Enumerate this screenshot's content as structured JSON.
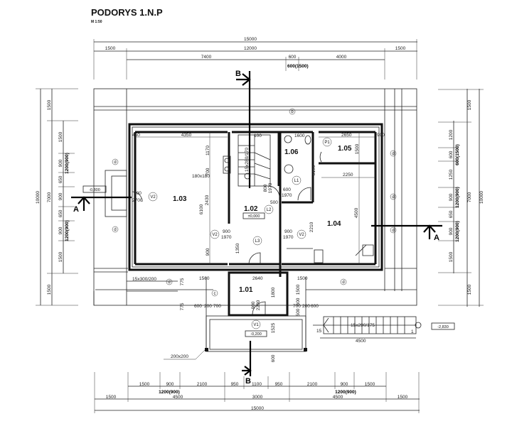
{
  "title": "PODORYS 1.N.P",
  "scale": "M 1:50",
  "rooms": {
    "r101": "1.01",
    "r102": "1.02",
    "r103": "1.03",
    "r104": "1.04",
    "r105": "1.05",
    "r106": "1.06"
  },
  "levels": {
    "terrace_left": "-0,800",
    "main": "±0,000",
    "entrance": "-0,200",
    "outside": "-2,830"
  },
  "sections": {
    "a": "A",
    "b": "B"
  },
  "dims_top": {
    "total": "15000",
    "inner": "12000",
    "left": "1500",
    "right": "1500",
    "d7400": "7400",
    "d600": "600",
    "d4000": "4000",
    "window": "600(1500)"
  },
  "dims_bottom": {
    "c1": "1500",
    "c2": "900",
    "c3": "2100",
    "c4": "950",
    "c5": "1100",
    "c6": "950",
    "c7": "2100",
    "c8": "900",
    "c9": "1500",
    "win1": "1200(900)",
    "win2": "1200(900)",
    "b1": "1500",
    "b2": "4500",
    "b3": "3000",
    "b4": "4500",
    "b5": "1500",
    "total": "15000"
  },
  "dims_left": {
    "total": "10000",
    "top": "1500",
    "mid": "7000",
    "bottom": "1500",
    "c1": "1500",
    "c2": "900",
    "c3": "650",
    "c4": "900",
    "c5": "650",
    "c6": "900",
    "c7": "1500",
    "win1": "1200(900)",
    "win2": "1200(900)"
  },
  "dims_right": {
    "total": "10000",
    "top": "1500",
    "mid": "7000",
    "bottom": "1500",
    "c1": "1200",
    "c2": "600",
    "c3": "1250",
    "c4": "900",
    "c5": "650",
    "c6": "900",
    "c7": "1500",
    "win1": "600(1500)",
    "win2": "1200(900)",
    "win3": "1200(900)"
  },
  "interior_dims": {
    "d4350": "4350",
    "d1170": "1170",
    "d700": "700",
    "d180": "180x180",
    "d6100": "6100",
    "d2430": "2430",
    "d900a": "900",
    "d900b": "900",
    "d1970a": "1970",
    "d1350": "1350",
    "d100": "100",
    "d1600": "1600",
    "d3190": "3190",
    "d2650": "2650",
    "d450": "450",
    "d900c": "900",
    "d1500": "1500",
    "d2250": "2250",
    "d4500": "4500",
    "d2210": "2210",
    "d900d": "900",
    "d1970b": "1970",
    "d800": "800",
    "d1970c": "1970",
    "d600a": "600",
    "d1970d": "1970",
    "d500": "500",
    "stair": "15x280/170",
    "d2700": "2700",
    "d900e": "900",
    "d300": "15x300/200",
    "d1560": "1560",
    "d2640": "2640",
    "d1500b": "1500",
    "d1800": "1800",
    "d775a": "775",
    "d775b": "775",
    "d600b": "600",
    "d200a": "200",
    "d700a": "700",
    "d700b": "700",
    "d200b": "200",
    "d600c": "600",
    "d1525": "1525",
    "d900f": "900",
    "d2200": "2200",
    "d200x200": "200x200",
    "d600d": "600",
    "d4500b": "4500",
    "ext_stair": "15x290/175",
    "n15": "15",
    "n1": "1",
    "d1500c": "1500",
    "d600e": "600",
    "d500b": "500",
    "d900g": "900"
  },
  "door_tags": {
    "v2a": "V2",
    "v2b": "V2",
    "v2c": "V2",
    "l1": "L1",
    "l2": "L2",
    "l3": "L3",
    "p1": "P1",
    "v1": "V1"
  },
  "window_tags": {
    "b": "b",
    "c": "c",
    "d": "d"
  }
}
